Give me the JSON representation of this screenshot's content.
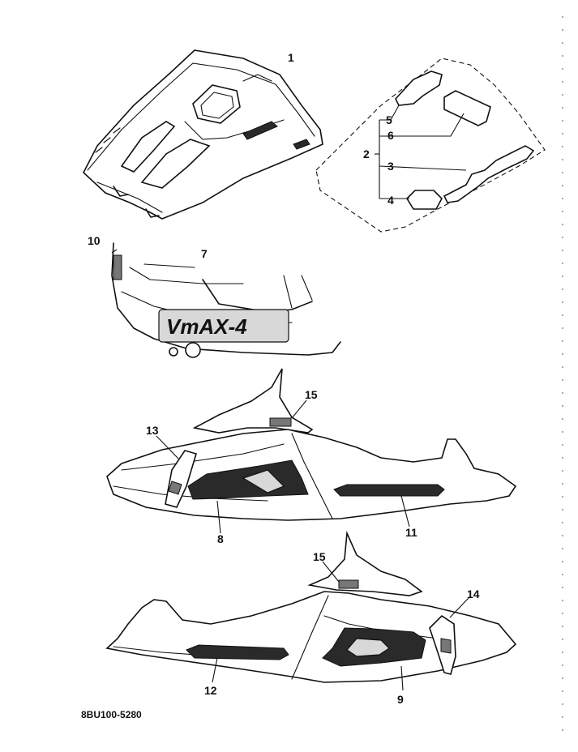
{
  "callouts": {
    "c1": "1",
    "c2": "2",
    "c3": "3",
    "c4": "4",
    "c5": "5",
    "c6": "6",
    "c7": "7",
    "c8": "8",
    "c9": "9",
    "c10": "10",
    "c11": "11",
    "c12": "12",
    "c13": "13",
    "c14": "14",
    "c15a": "15",
    "c15b": "15"
  },
  "decal_text": {
    "model_logo": "VmAX-4"
  },
  "figure_code": "8BU100-5280"
}
